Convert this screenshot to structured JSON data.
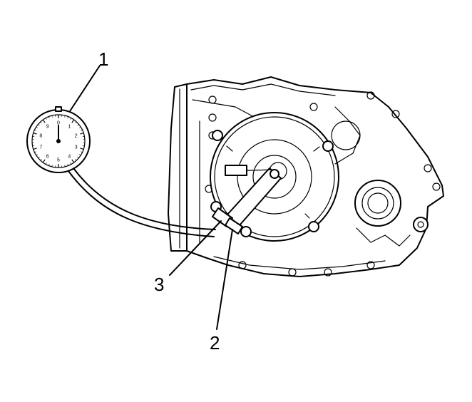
{
  "callouts": [
    {
      "id": "1",
      "label": "1"
    },
    {
      "id": "2",
      "label": "2"
    },
    {
      "id": "3",
      "label": "3"
    }
  ],
  "dial_numbers": [
    "0",
    "1",
    "2",
    "3",
    "4",
    "5",
    "6",
    "7",
    "8",
    "9"
  ],
  "colors": {
    "ink": "#000000",
    "paper": "#ffffff"
  }
}
